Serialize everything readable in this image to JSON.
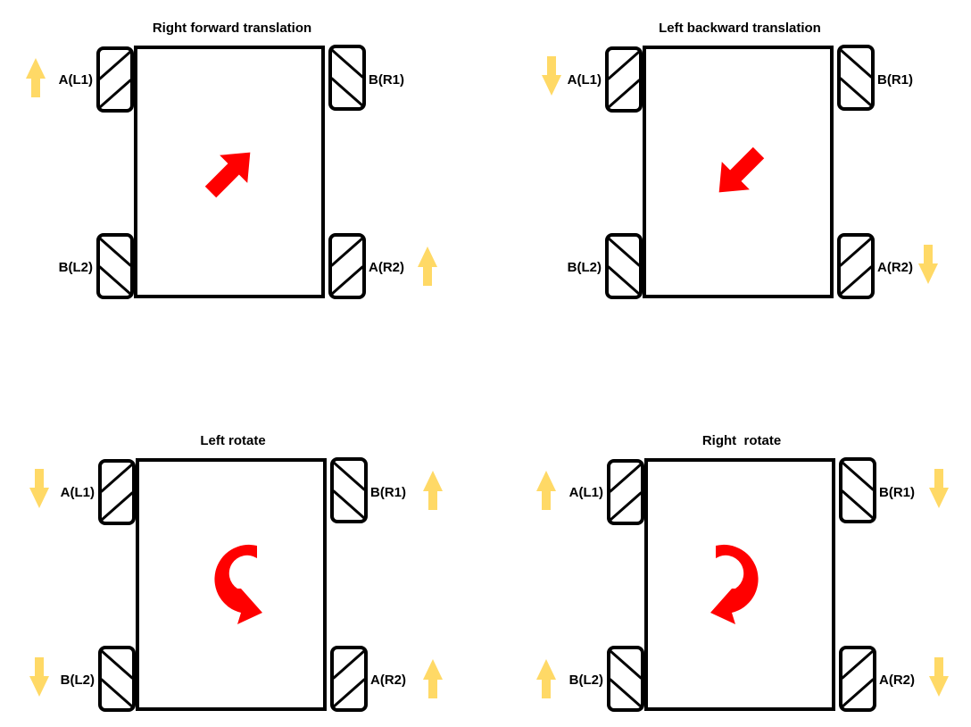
{
  "colors": {
    "outline": "#000000",
    "wheel_arrow": "#FFD966",
    "motion_arrow": "#FF0000",
    "background": "#FFFFFF"
  },
  "panels": [
    {
      "title": "Right forward translation",
      "motion": "diagonal-up-right",
      "wheels": [
        {
          "label": "A(L1)",
          "direction": "up",
          "roller": "forward-slash"
        },
        {
          "label": "B(R1)",
          "direction": "none",
          "roller": "back-slash"
        },
        {
          "label": "B(L2)",
          "direction": "none",
          "roller": "back-slash"
        },
        {
          "label": "A(R2)",
          "direction": "up",
          "roller": "forward-slash"
        }
      ]
    },
    {
      "title": "Left backward translation",
      "motion": "diagonal-down-left",
      "wheels": [
        {
          "label": "A(L1)",
          "direction": "down",
          "roller": "forward-slash"
        },
        {
          "label": "B(R1)",
          "direction": "none",
          "roller": "back-slash"
        },
        {
          "label": "B(L2)",
          "direction": "none",
          "roller": "back-slash"
        },
        {
          "label": "A(R2)",
          "direction": "down",
          "roller": "forward-slash"
        }
      ]
    },
    {
      "title": "Left rotate",
      "motion": "rotate-counterclockwise",
      "wheels": [
        {
          "label": "A(L1)",
          "direction": "down",
          "roller": "forward-slash"
        },
        {
          "label": "B(R1)",
          "direction": "up",
          "roller": "back-slash"
        },
        {
          "label": "B(L2)",
          "direction": "down",
          "roller": "back-slash"
        },
        {
          "label": "A(R2)",
          "direction": "up",
          "roller": "forward-slash"
        }
      ]
    },
    {
      "title": "Right  rotate",
      "motion": "rotate-clockwise",
      "wheels": [
        {
          "label": "A(L1)",
          "direction": "up",
          "roller": "forward-slash"
        },
        {
          "label": "B(R1)",
          "direction": "down",
          "roller": "back-slash"
        },
        {
          "label": "B(L2)",
          "direction": "up",
          "roller": "back-slash"
        },
        {
          "label": "A(R2)",
          "direction": "down",
          "roller": "forward-slash"
        }
      ]
    }
  ]
}
